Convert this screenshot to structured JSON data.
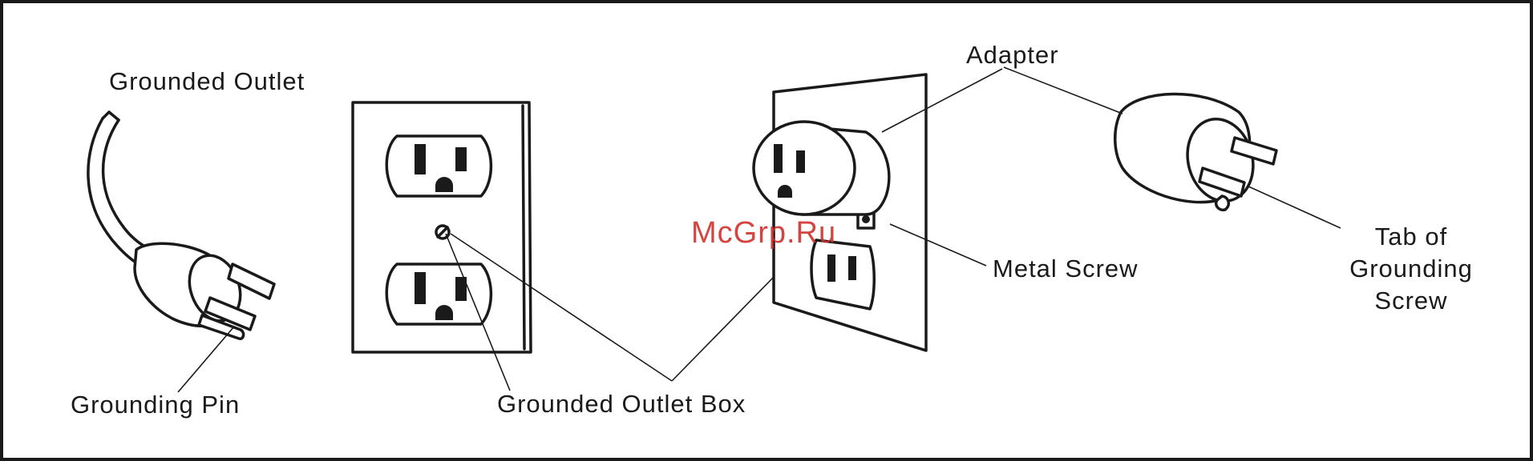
{
  "labels": {
    "grounded_outlet": "Grounded Outlet",
    "grounding_pin": "Grounding Pin",
    "grounded_outlet_box": "Grounded Outlet Box",
    "adapter": "Adapter",
    "metal_screw": "Metal Screw",
    "tab_of_grounding_screw": "Tab of\nGrounding\nScrew"
  },
  "watermark": "McGrp.Ru",
  "colors": {
    "ink": "#1a1a1a",
    "background": "#ffffff",
    "watermark": "#d0312d"
  }
}
